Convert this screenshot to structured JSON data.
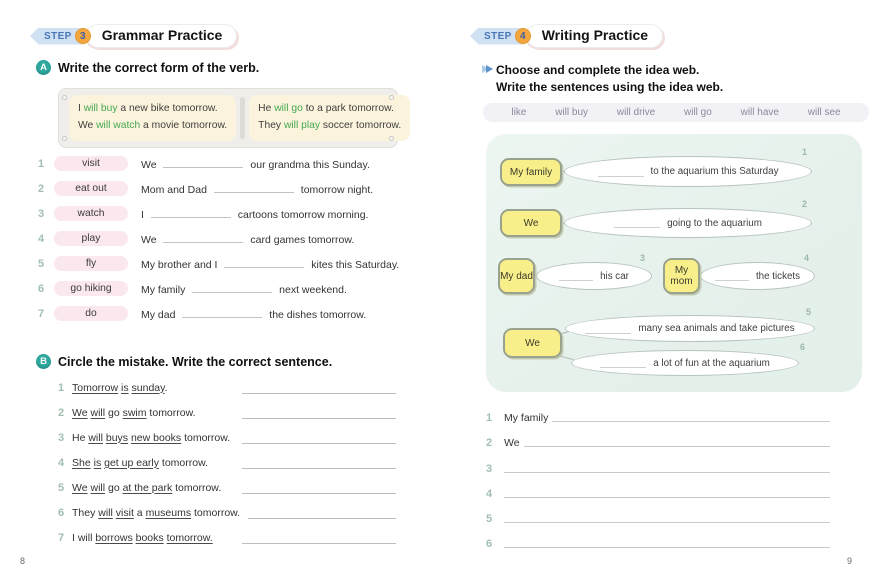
{
  "colors": {
    "step_blue": "#4a77b6",
    "step_orange": "#f3a73e",
    "section_teal": "#2ea79e",
    "verb_green": "#43a84f",
    "chip_pink": "#fbe7ee",
    "note_yellow": "#f9ef8a",
    "web_mint": "#e9f3ee",
    "number_sage": "#a2bfb1"
  },
  "left_page": {
    "page_number": "8",
    "step": {
      "label": "STEP",
      "number": "3"
    },
    "title": "Grammar Practice",
    "section_a": {
      "badge": "A",
      "heading": "Write the correct form of the verb.",
      "example_left": [
        {
          "pre": "I ",
          "verb": "will buy",
          "post": " a new bike tomorrow."
        },
        {
          "pre": "We ",
          "verb": "will watch",
          "post": " a movie tomorrow."
        }
      ],
      "example_right": [
        {
          "pre": "He ",
          "verb": "will go",
          "post": " to a park tomorrow."
        },
        {
          "pre": "They ",
          "verb": "will play",
          "post": " soccer tomorrow."
        }
      ],
      "items": [
        {
          "num": "1",
          "verb": "visit",
          "before": "We",
          "after": "our grandma this Sunday."
        },
        {
          "num": "2",
          "verb": "eat out",
          "before": "Mom and Dad",
          "after": "tomorrow night."
        },
        {
          "num": "3",
          "verb": "watch",
          "before": "I",
          "after": "cartoons tomorrow morning."
        },
        {
          "num": "4",
          "verb": "play",
          "before": "We",
          "after": "card games tomorrow."
        },
        {
          "num": "5",
          "verb": "fly",
          "before": "My brother and I",
          "after": "kites this Saturday."
        },
        {
          "num": "6",
          "verb": "go hiking",
          "before": "My family",
          "after": "next weekend."
        },
        {
          "num": "7",
          "verb": "do",
          "before": "My dad",
          "after": "the dishes tomorrow."
        }
      ]
    },
    "section_b": {
      "badge": "B",
      "heading": "Circle the mistake. Write the correct sentence.",
      "items": [
        {
          "num": "1",
          "segments": [
            {
              "t": "Tomorrow",
              "u": true
            },
            {
              "t": " ",
              "u": false
            },
            {
              "t": "is",
              "u": true
            },
            {
              "t": " ",
              "u": false
            },
            {
              "t": "sunday",
              "u": true
            },
            {
              "t": ".",
              "u": false
            }
          ]
        },
        {
          "num": "2",
          "segments": [
            {
              "t": "We",
              "u": true
            },
            {
              "t": " ",
              "u": false
            },
            {
              "t": "will",
              "u": true
            },
            {
              "t": " go ",
              "u": false
            },
            {
              "t": "swim",
              "u": true
            },
            {
              "t": " tomorrow.",
              "u": false
            }
          ]
        },
        {
          "num": "3",
          "segments": [
            {
              "t": "He ",
              "u": false
            },
            {
              "t": "will",
              "u": true
            },
            {
              "t": " ",
              "u": false
            },
            {
              "t": "buys",
              "u": true
            },
            {
              "t": " ",
              "u": false
            },
            {
              "t": "new books",
              "u": true
            },
            {
              "t": " tomorrow.",
              "u": false
            }
          ]
        },
        {
          "num": "4",
          "segments": [
            {
              "t": "She",
              "u": true
            },
            {
              "t": " ",
              "u": false
            },
            {
              "t": "is",
              "u": true
            },
            {
              "t": " ",
              "u": false
            },
            {
              "t": "get up early",
              "u": true
            },
            {
              "t": " tomorrow.",
              "u": false
            }
          ]
        },
        {
          "num": "5",
          "segments": [
            {
              "t": "We",
              "u": true
            },
            {
              "t": " ",
              "u": false
            },
            {
              "t": "will",
              "u": true
            },
            {
              "t": " go ",
              "u": false
            },
            {
              "t": "at the park",
              "u": true
            },
            {
              "t": " tomorrow.",
              "u": false
            }
          ]
        },
        {
          "num": "6",
          "segments": [
            {
              "t": "They ",
              "u": false
            },
            {
              "t": "will",
              "u": true
            },
            {
              "t": " ",
              "u": false
            },
            {
              "t": "visit",
              "u": true
            },
            {
              "t": " a ",
              "u": false
            },
            {
              "t": "museums",
              "u": true
            },
            {
              "t": " tomorrow.",
              "u": false
            }
          ]
        },
        {
          "num": "7",
          "segments": [
            {
              "t": "I will ",
              "u": false
            },
            {
              "t": "borrows",
              "u": true
            },
            {
              "t": " ",
              "u": false
            },
            {
              "t": "books",
              "u": true
            },
            {
              "t": " ",
              "u": false
            },
            {
              "t": "tomorrow.",
              "u": true
            }
          ]
        }
      ]
    }
  },
  "right_page": {
    "page_number": "9",
    "step": {
      "label": "STEP",
      "number": "4"
    },
    "title": "Writing Practice",
    "instructions": [
      "Choose and complete the idea web.",
      "Write the sentences using the idea web."
    ],
    "word_bank": [
      "like",
      "will buy",
      "will drive",
      "will go",
      "will have",
      "will see"
    ],
    "idea_web": {
      "rows": [
        {
          "num": "1",
          "subject": "My family",
          "text": "to the aquarium this Saturday"
        },
        {
          "num": "2",
          "subject": "We",
          "text": "going to the aquarium"
        },
        {
          "num": "3",
          "subject": "My dad",
          "text": "his car"
        },
        {
          "num": "4",
          "subject": "My mom",
          "text": "the tickets"
        },
        {
          "num": "5",
          "subject": "We",
          "text": "many sea animals and take pictures"
        },
        {
          "num": "6",
          "subject": "",
          "text": "a lot of fun at the aquarium"
        }
      ]
    },
    "writing_lines": [
      {
        "num": "1",
        "prefix": "My family"
      },
      {
        "num": "2",
        "prefix": "We"
      },
      {
        "num": "3",
        "prefix": ""
      },
      {
        "num": "4",
        "prefix": ""
      },
      {
        "num": "5",
        "prefix": ""
      },
      {
        "num": "6",
        "prefix": ""
      }
    ]
  }
}
